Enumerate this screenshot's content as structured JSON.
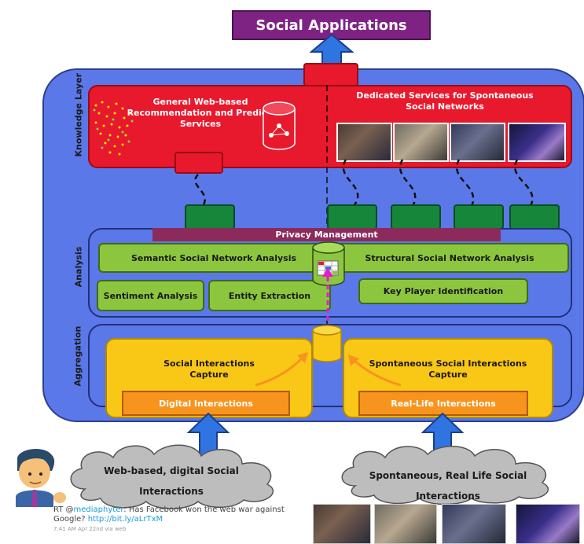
{
  "title": "Social Applications",
  "layers": {
    "knowledge": "Knowledge Layer",
    "analysis": "Analysis",
    "aggregation": "Aggregation"
  },
  "knowledge": {
    "left_title": [
      "General Web-based",
      "Recommendation and Predicti",
      "Services"
    ],
    "right_title": [
      "Dedicated Services for Spontaneous",
      "Social Networks"
    ]
  },
  "analysis": {
    "privacy": "Privacy Management",
    "semantic": "Semantic Social Network Analysis",
    "structural": "Structural Social Network Analysis",
    "sentiment": "Sentiment Analysis",
    "entity": "Entity Extraction",
    "keyplayer": "Key Player Identification"
  },
  "aggregation": {
    "social_capture": [
      "Social Interactions",
      "Capture"
    ],
    "spontaneous_capture": [
      "Spontaneous Social Interactions",
      "Capture"
    ],
    "digital": "Digital Interactions",
    "reallife": "Real-Life Interactions"
  },
  "clouds": {
    "left": [
      "Web-based, digital Social",
      "Interactions"
    ],
    "right": [
      "Spontaneous, Real Life Social",
      "Interactions"
    ]
  },
  "tweet": {
    "prefix": "RT @",
    "handle": "mediaphyter",
    "text1": ": Has Facebook won the web war against",
    "text2": "Google? ",
    "link": "http://bit.ly/aLrTxM",
    "meta": "7:41 AM Apr 22nd via web"
  },
  "colors": {
    "title_purple": "#7e2383",
    "main_blue": "#5b78e8",
    "knowledge_red": "#e8192c",
    "analysis_green": "#8cc63f",
    "capture_yellow": "#f9c716",
    "interaction_orange": "#f7941d",
    "arrow_blue": "#2f74e0",
    "privacy_plum": "#8c2a5c"
  }
}
